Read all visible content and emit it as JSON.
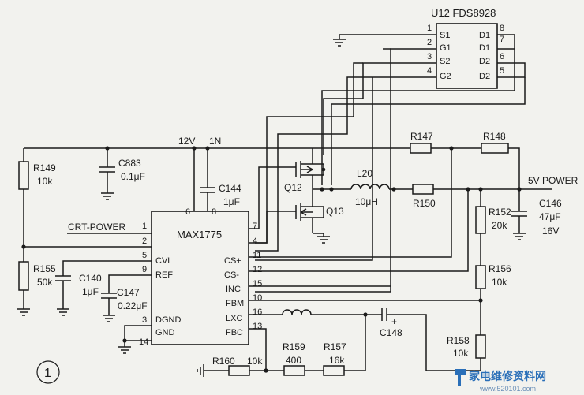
{
  "circled_number": "1",
  "u12": {
    "title": "U12  FDS8928",
    "left_pins": [
      "1",
      "2",
      "3",
      "4"
    ],
    "left_names": [
      "S1",
      "G1",
      "S2",
      "G2"
    ],
    "right_pins": [
      "8",
      "7",
      "6",
      "5"
    ],
    "right_names": [
      "D1",
      "D1",
      "D2",
      "D2"
    ]
  },
  "max1775": {
    "title": "MAX1775",
    "left_pins": [
      "1",
      "2",
      "5",
      "9",
      "3",
      "14"
    ],
    "left_names": [
      "CVL",
      "REF",
      "DGND",
      "GND"
    ],
    "top_pins": [
      "6",
      "8"
    ],
    "right_pins": [
      "7",
      "4",
      "11",
      "12",
      "15",
      "10",
      "16",
      "13"
    ],
    "right_names": [
      "CS+",
      "CS-",
      "INC",
      "FBM",
      "LXC",
      "FBC"
    ]
  },
  "nets": {
    "v12": "12V",
    "in": "1N",
    "crt_power": "CRT-POWER",
    "v5_power": "5V POWER"
  },
  "parts": {
    "r149": [
      "R149",
      "10k"
    ],
    "c883": [
      "C883",
      "0.1μF"
    ],
    "c144": [
      "C144",
      "1μF"
    ],
    "r155": [
      "R155",
      "50k"
    ],
    "c140": [
      "C140",
      "1μF"
    ],
    "c147": [
      "C147",
      "0.22μF"
    ],
    "q12": "Q12",
    "q13": "Q13",
    "l20": [
      "L20",
      "10μH"
    ],
    "r147": "R147",
    "r148": "R148",
    "r150": "R150",
    "c146": [
      "C146",
      "47μF",
      "16V"
    ],
    "r152": [
      "R152",
      "20k"
    ],
    "r156": [
      "R156",
      "10k"
    ],
    "r158": [
      "R158",
      "10k"
    ],
    "c148": "C148",
    "c148_plus": "+",
    "r160": [
      "R160",
      "10k"
    ],
    "r159": [
      "R159",
      "400"
    ],
    "r157": [
      "R157",
      "16k"
    ]
  },
  "watermark": {
    "text": "家电维修资料网",
    "url": "www.520101.com"
  }
}
